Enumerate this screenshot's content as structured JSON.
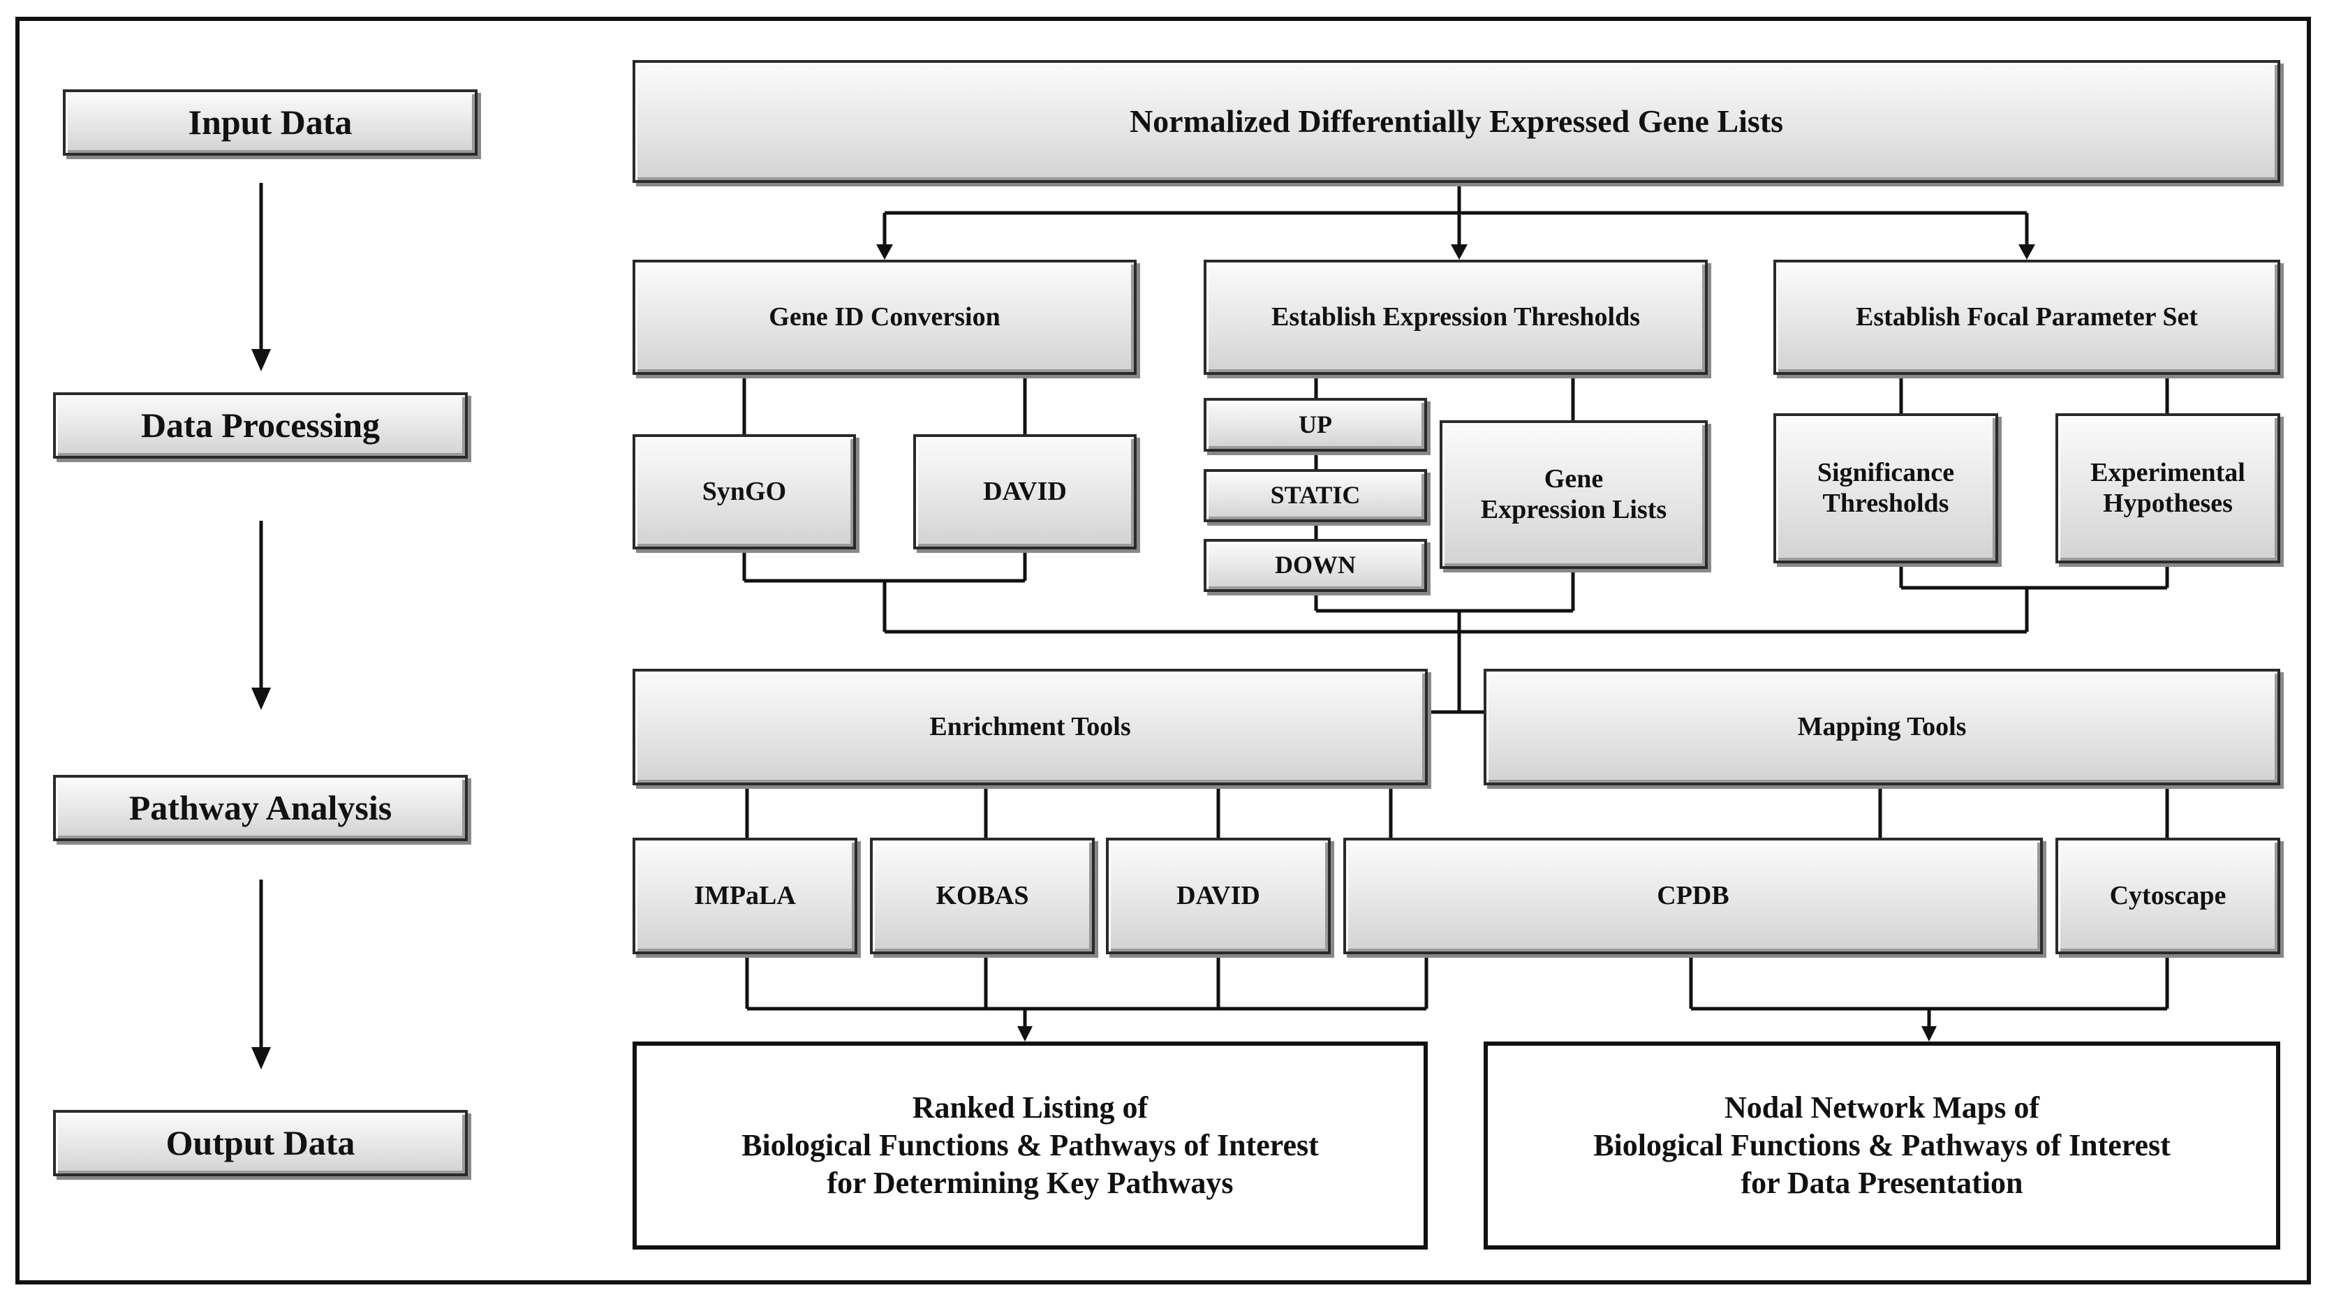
{
  "stages": [
    "Input Data",
    "Data Processing",
    "Pathway Analysis",
    "Output Data"
  ],
  "input": "Normalized Differentially  Expressed Gene Lists",
  "processing": {
    "gene_id_conversion": "Gene ID Conversion",
    "syngo": "SynGO",
    "david": "DAVID",
    "expression_thresholds": "Establish Expression Thresholds",
    "up": "UP",
    "static": "STATIC",
    "down": "DOWN",
    "gene_expression_lists_line1": "Gene",
    "gene_expression_lists_line2": "Expression Lists",
    "focal_parameter_set": "Establish Focal Parameter Set",
    "significance_line1": "Significance",
    "significance_line2": "Thresholds",
    "hypotheses_line1": "Experimental",
    "hypotheses_line2": "Hypotheses"
  },
  "analysis": {
    "enrichment_tools": "Enrichment Tools",
    "mapping_tools": "Mapping Tools",
    "impala": "IMPaLA",
    "kobas": "KOBAS",
    "david": "DAVID",
    "cpdb": "CPDB",
    "cytoscape": "Cytoscape"
  },
  "output": {
    "ranked": [
      "Ranked Listing  of",
      "Biological  Functions  & Pathways of Interest",
      "for Determining  Key Pathways"
    ],
    "nodal": [
      "Nodal Network Maps of",
      "Biological  Functions  & Pathways of Interest",
      "for Data Presentation"
    ]
  }
}
